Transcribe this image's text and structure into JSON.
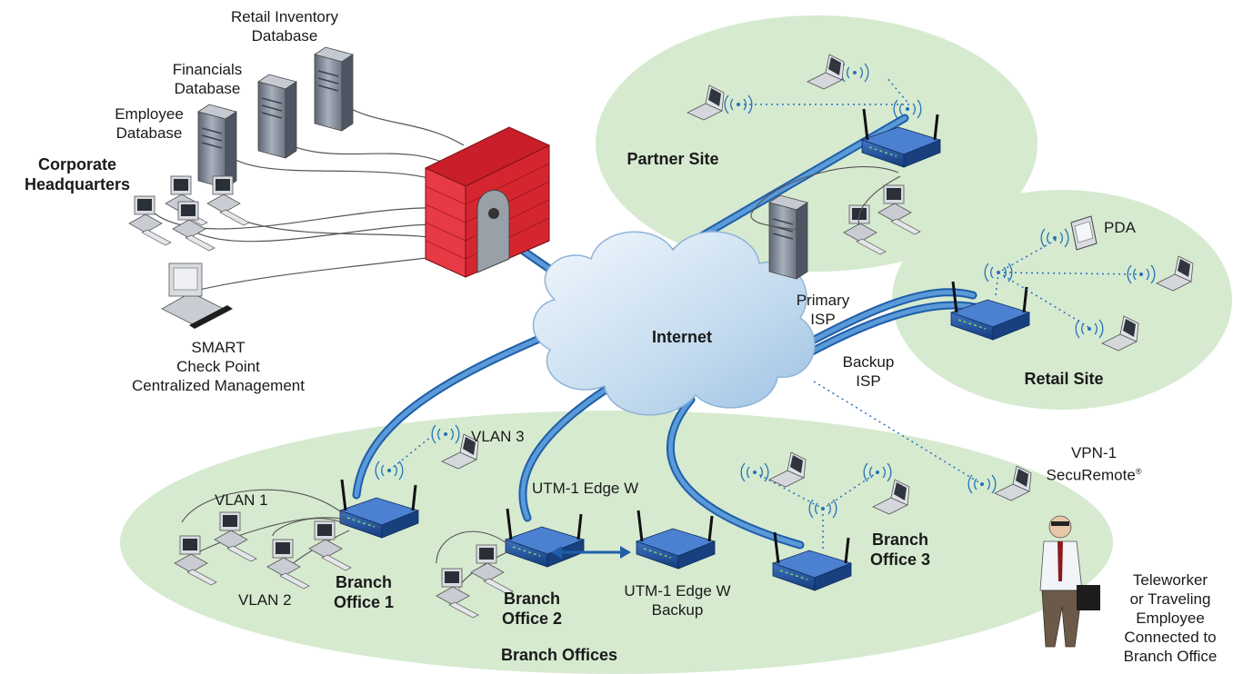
{
  "colors": {
    "site_fill": "#d6ead0",
    "tunnel": "#5b9ad8",
    "tunnel_edge": "#1f5ea8",
    "firewall": "#e02a35",
    "router": "#1d4f9c",
    "cloud": "#c6dcf0",
    "wifi": "#2471b8"
  },
  "icons": [
    "database-server-icon",
    "desktop-computer-icon",
    "laptop-icon",
    "pda-icon",
    "firewall-icon",
    "router-icon",
    "cloud-icon",
    "wifi-icon",
    "person-icon"
  ],
  "hq": {
    "title": [
      "Corporate",
      "Headquarters"
    ],
    "retail_db": [
      "Retail Inventory",
      "Database"
    ],
    "financials_db": [
      "Financials",
      "Database"
    ],
    "employee_db": [
      "Employee",
      "Database"
    ],
    "smart": [
      "SMART",
      "Check Point",
      "Centralized Management"
    ]
  },
  "internet": "Internet",
  "partner": {
    "title": "Partner Site"
  },
  "retail": {
    "title": "Retail Site",
    "pda": "PDA"
  },
  "isp": {
    "primary": [
      "Primary",
      "ISP"
    ],
    "backup": [
      "Backup",
      "ISP"
    ]
  },
  "vpn": {
    "line1": "VPN-1",
    "line2": "SecuRemote",
    "mark": "®"
  },
  "branch": {
    "region_title": "Branch Offices",
    "office1": [
      "Branch",
      "Office 1"
    ],
    "office2": [
      "Branch",
      "Office 2"
    ],
    "office3": [
      "Branch",
      "Office 3"
    ],
    "vlan1": "VLAN 1",
    "vlan2": "VLAN 2",
    "vlan3": "VLAN 3",
    "utm": "UTM-1 Edge W",
    "utm_backup": [
      "UTM-1 Edge W",
      "Backup"
    ]
  },
  "teleworker": [
    "Teleworker",
    "or Traveling",
    "Employee",
    "Connected to",
    "Branch Office"
  ]
}
